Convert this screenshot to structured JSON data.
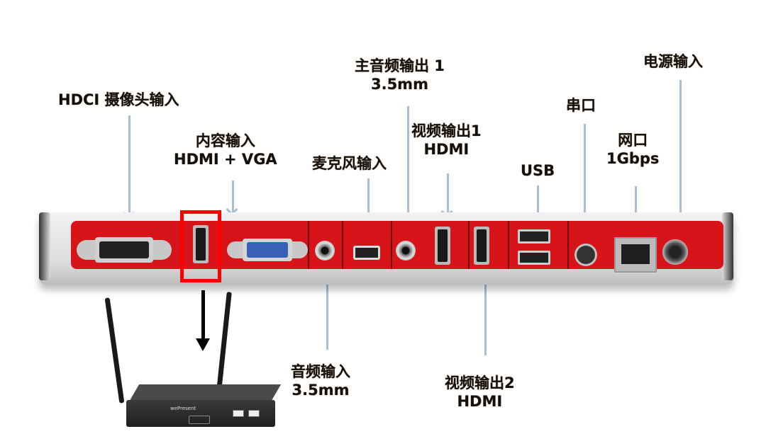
{
  "labels": {
    "hdci_camera_input": {
      "line1": "HDCI 摄像头输入"
    },
    "content_input": {
      "line1": "内容输入",
      "line2": "HDMI + VGA"
    },
    "mic_input": {
      "line1": "麦克风输入"
    },
    "main_audio_out": {
      "line1": "主音频输出 1",
      "line2": "3.5mm"
    },
    "video_out_1": {
      "line1": "视频输出1",
      "line2": "HDMI"
    },
    "usb": {
      "line1": "USB"
    },
    "serial": {
      "line1": "串口"
    },
    "network": {
      "line1": "网口",
      "line2": "1Gbps"
    },
    "power_input": {
      "line1": "电源输入"
    },
    "audio_input": {
      "line1": "音频输入",
      "line2": "3.5mm"
    },
    "video_out_2": {
      "line1": "视频输出2",
      "line2": "HDMI"
    }
  },
  "device": {
    "router_logo": "wePresent"
  },
  "colors": {
    "panel_red": "#d7141a",
    "highlight_red": "#ff0000",
    "arrow_blue": "#a9bed2"
  }
}
